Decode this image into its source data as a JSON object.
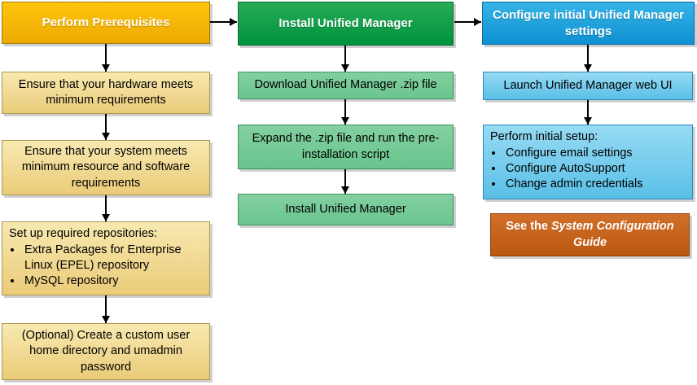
{
  "colors": {
    "gold_header": "#F5B808",
    "gold_step": "#F0D894",
    "green_header": "#0E9E48",
    "green_step": "#74C896",
    "blue_header": "#1FA0DB",
    "blue_step": "#77CCEE",
    "orange_note": "#C4621C",
    "arrow": "#000000"
  },
  "columns": [
    {
      "header": "Perform Prerequisites",
      "steps": [
        {
          "text": "Ensure that your hardware meets minimum requirements"
        },
        {
          "text": "Ensure that your system meets minimum resource and software requirements"
        },
        {
          "title": "Set up required repositories:",
          "bullets": [
            "Extra Packages for Enterprise Linux (EPEL) repository",
            "MySQL repository"
          ]
        },
        {
          "text": "(Optional) Create a custom user home directory and umadmin password"
        }
      ]
    },
    {
      "header": "Install Unified Manager",
      "steps": [
        {
          "text": "Download Unified Manager .zip file"
        },
        {
          "text": "Expand the .zip file and run the pre-installation script"
        },
        {
          "text": "Install Unified Manager"
        }
      ]
    },
    {
      "header": "Configure initial Unified Manager settings",
      "steps": [
        {
          "text": "Launch Unified Manager web UI"
        },
        {
          "title": "Perform initial setup:",
          "bullets": [
            "Configure email settings",
            "Configure AutoSupport",
            "Change admin credentials"
          ]
        }
      ],
      "note": {
        "prefix": "See the ",
        "italic": "System Configuration Guide"
      }
    }
  ]
}
